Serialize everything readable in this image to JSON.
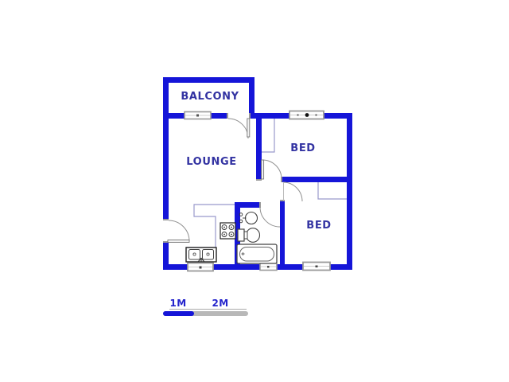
{
  "floor_plan": {
    "room_labels": {
      "balcony": "BALCONY",
      "lounge": "LOUNGE",
      "bed_top": "BED",
      "bed_bottom": "BED"
    },
    "scale_bar": {
      "first": "1M",
      "second": "2M"
    },
    "fixtures": [
      "double-sink",
      "stove",
      "wash-basin",
      "toilet",
      "bathtub"
    ],
    "features": [
      "balcony-window",
      "bed-top-window",
      "kitchen-window",
      "bathroom-window",
      "bed-bottom-window",
      "balcony-door",
      "entrance-door",
      "bed-top-door",
      "bed-bottom-door",
      "bathroom-door",
      "kitchen-counter",
      "bed-top-closet",
      "bed-bottom-closet"
    ],
    "colors": {
      "wall_blue": "#1515d8",
      "room_label_navy": "#3333a2",
      "scale_label_blue": "#2424cc",
      "opening_gray": "#999999",
      "counter_outline": "#9999cc",
      "scale_bar_gray": "#b8b8b8"
    }
  }
}
